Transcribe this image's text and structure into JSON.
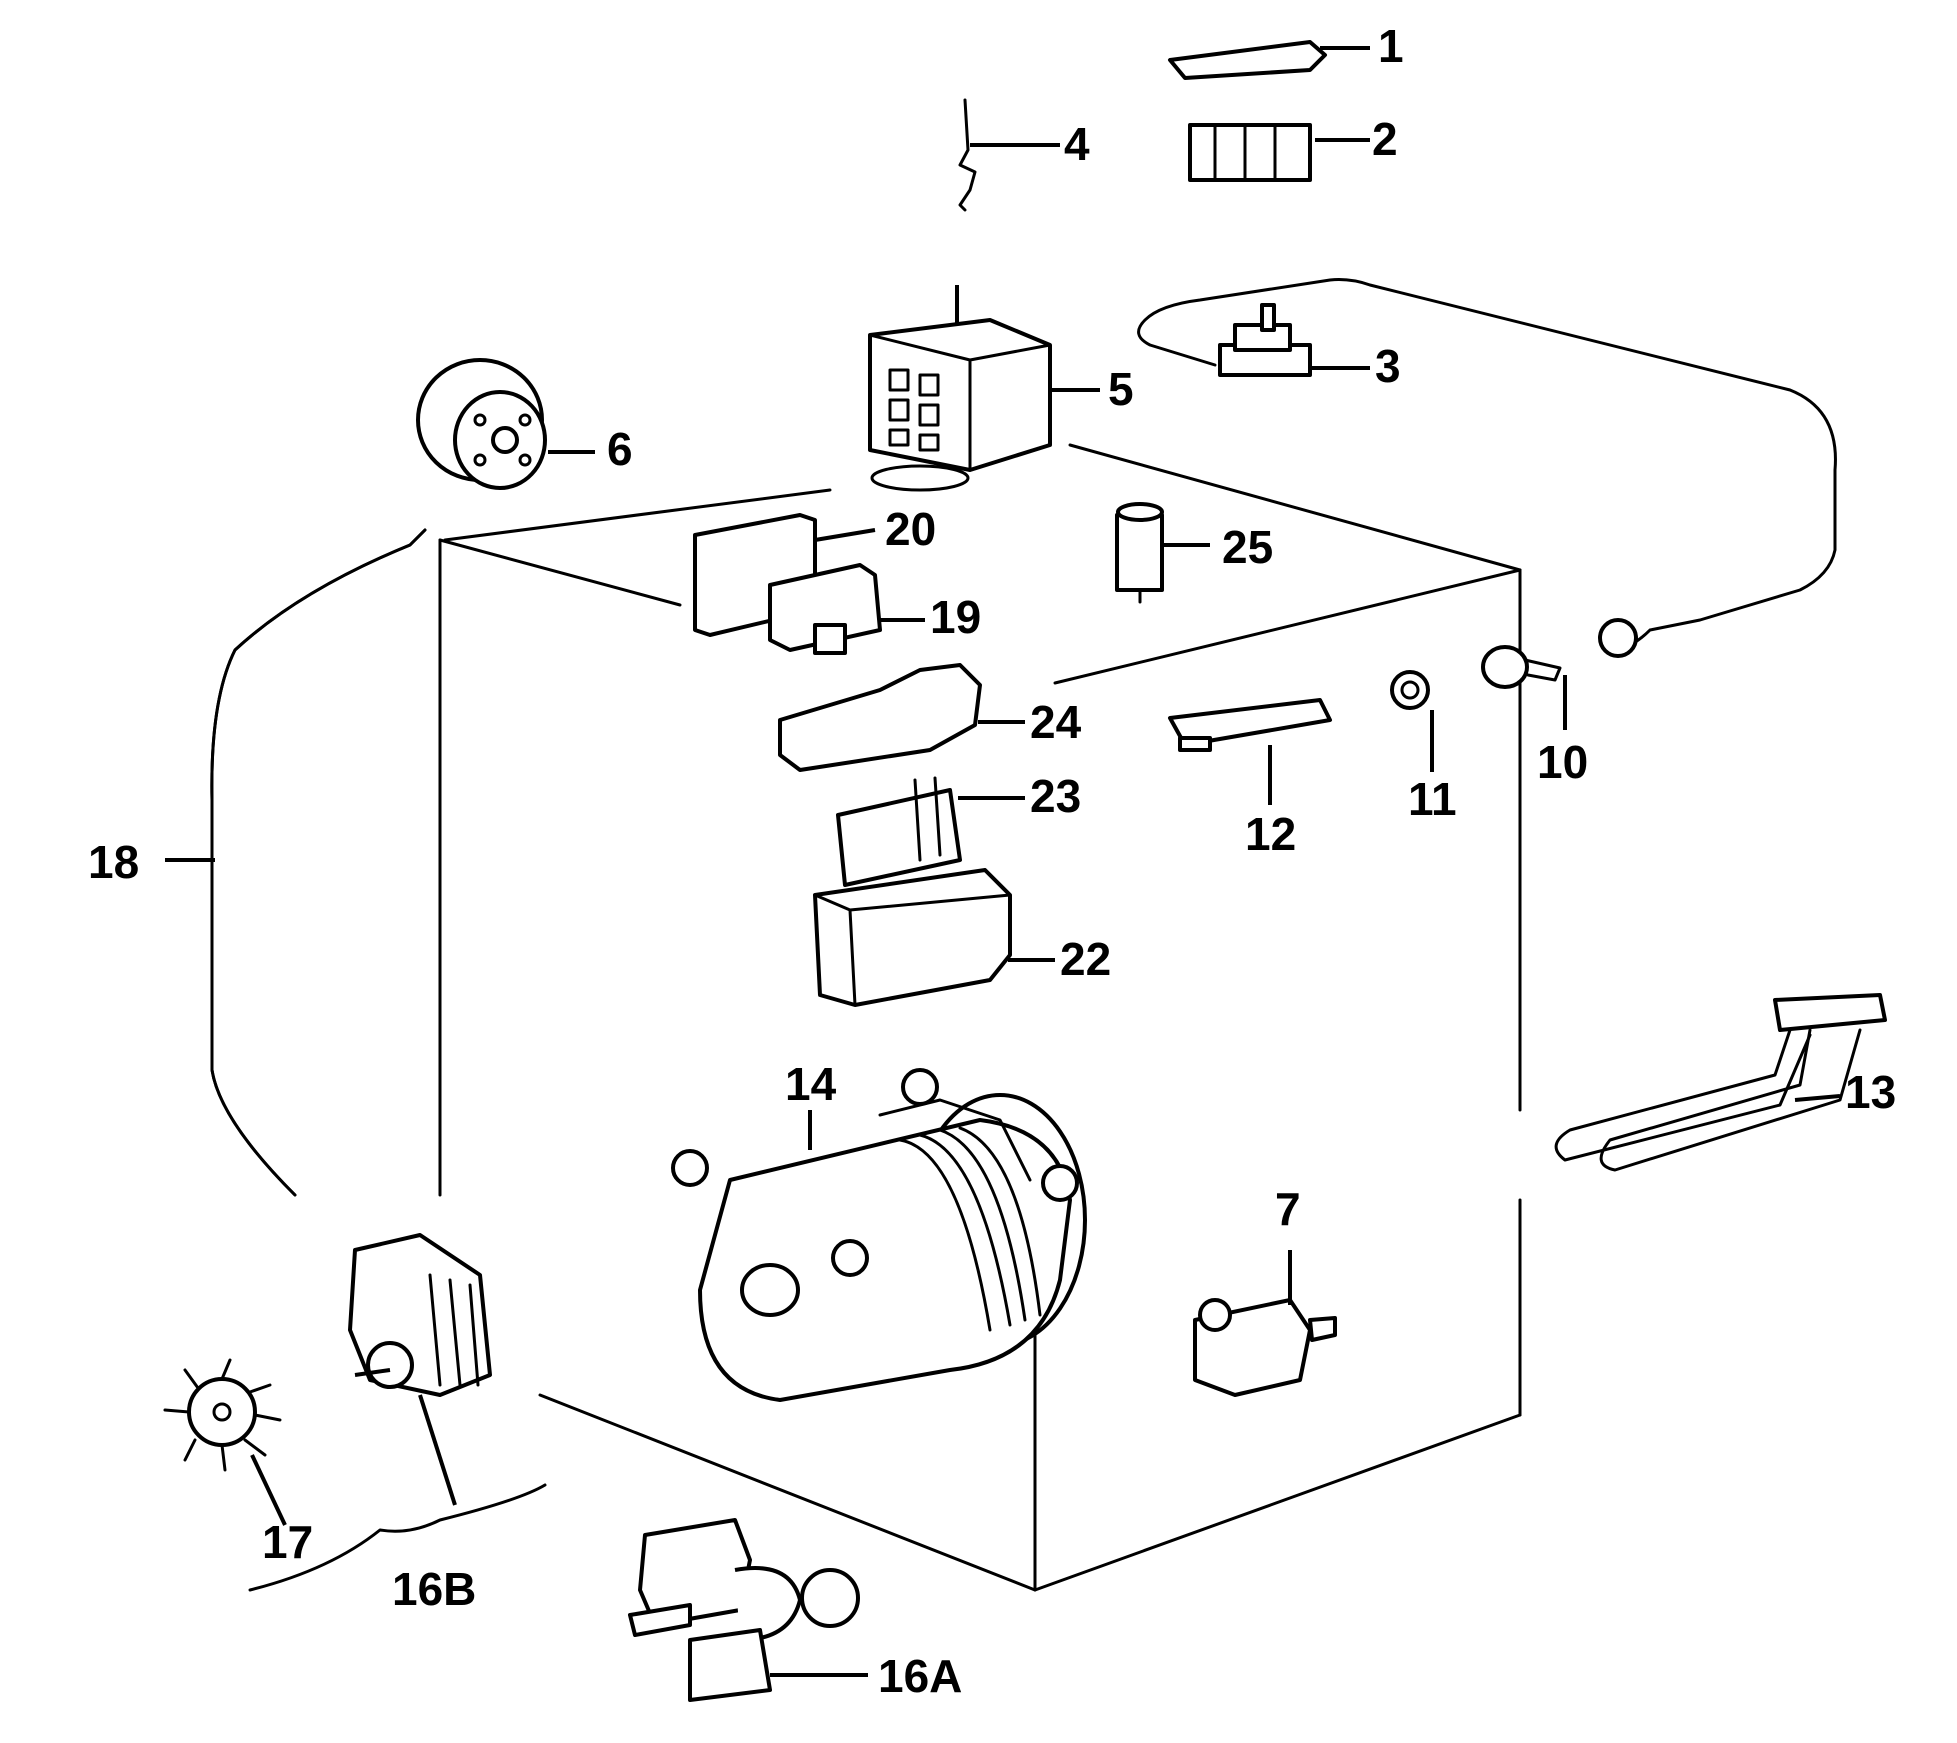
{
  "callouts": {
    "p1": "1",
    "p2": "2",
    "p3": "3",
    "p4": "4",
    "p5": "5",
    "p6": "6",
    "p7": "7",
    "p10": "10",
    "p11": "11",
    "p12": "12",
    "p13": "13",
    "p14": "14",
    "p16a": "16A",
    "p16b": "16B",
    "p17": "17",
    "p18": "18",
    "p19": "19",
    "p20": "20",
    "p22": "22",
    "p23": "23",
    "p24": "24",
    "p25": "25"
  },
  "colors": {
    "ink": "#000000",
    "paper": "#ffffff"
  }
}
